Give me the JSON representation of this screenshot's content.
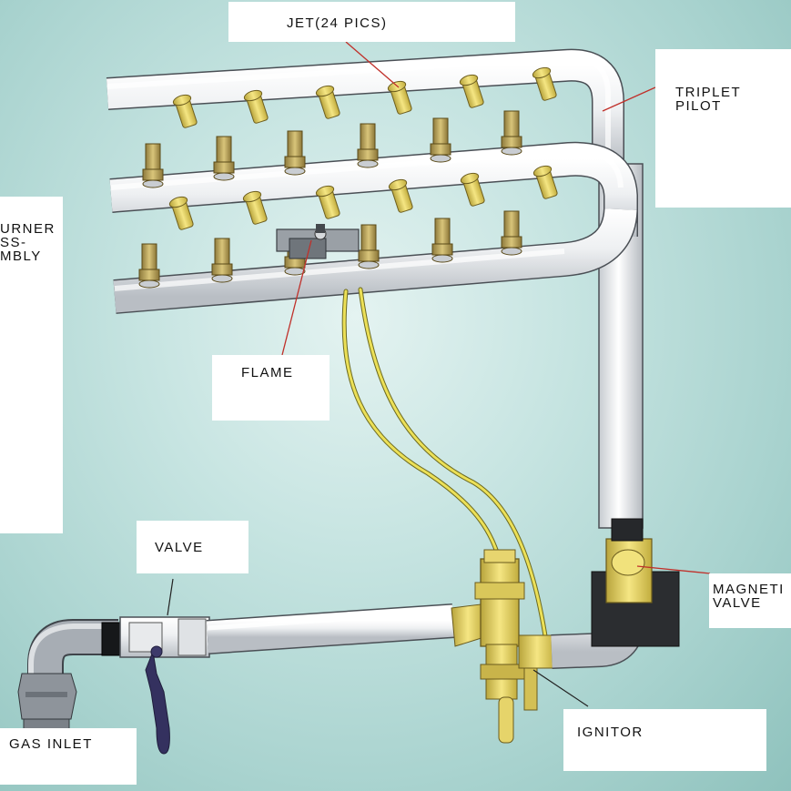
{
  "labels": {
    "jet": "JET(24 PICS)",
    "triplet_pilot": [
      "TRIPLET",
      "PILOT"
    ],
    "burner_assembly": [
      "URNER",
      "SS-",
      "MBLY"
    ],
    "flame": "FLAME",
    "valve": "VALVE",
    "magnetic_valve": [
      "MAGNETI",
      "VALVE"
    ],
    "ignitor": "IGNITOR",
    "gas_inlet": "GAS INLET"
  },
  "colors": {
    "pipe": "#e6e8ea",
    "pipe_edge": "#4a4f55",
    "brass": "#e8d46a",
    "wire": "#e9dc4a",
    "leader": "#c0302a",
    "handle": "#33305e"
  }
}
